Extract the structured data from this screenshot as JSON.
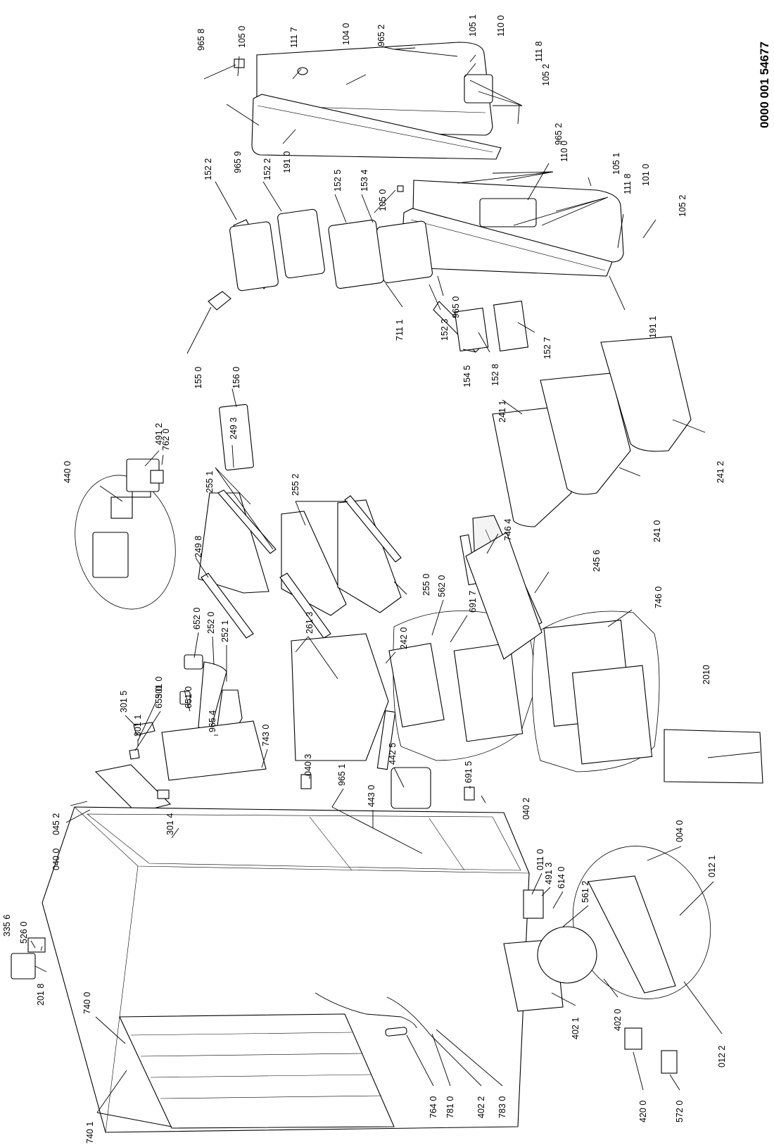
{
  "drawing_code": "0000 001 54677",
  "labels": {
    "l9658": "965 8",
    "l1050a": "105 0",
    "l1117": "111 7",
    "l1040": "104 0",
    "l9652a": "965 2",
    "l1051a": "105 1",
    "l1100a": "110 0",
    "l1118a": "111 8",
    "l1052a": "105 2",
    "l9659": "965 9",
    "l1910": "191 0",
    "l9652b": "965 2",
    "l1100b": "110 0",
    "l1051b": "105 1",
    "l1118b": "111 8",
    "l1010": "101 0",
    "l1052b": "105 2",
    "l1522a": "152 2",
    "l1522b": "152 2",
    "l1525": "152 5",
    "l1534": "153 4",
    "l1050b": "105 0",
    "l7111": "711 1",
    "l1523": "152 3",
    "l9650": "965 0",
    "l1911": "191 1",
    "l1550": "155 0",
    "l1560": "156 0",
    "l1545": "154 5",
    "l1528": "152 8",
    "l1527": "152 7",
    "l2411": "241 1",
    "l2412": "241 2",
    "l2410": "241 0",
    "l7620": "762 0",
    "l4912": "491 2",
    "l4400": "440 0",
    "l2493": "249 3",
    "l2551": "255 1",
    "l2552": "255 2",
    "l7464": "746 4",
    "l2456": "245 6",
    "l2498": "249 8",
    "l2550": "255 0",
    "l5620": "562 0",
    "l6917": "691 7",
    "l7460": "746 0",
    "l2613": "261 3",
    "l2420": "242 0",
    "l6520": "652 0",
    "l2520": "252 0",
    "l2521": "252 1",
    "l3010": "301 0",
    "l3015": "301 5",
    "l6550": "655 0",
    "l3011": "301 1",
    "l6510": "651 0",
    "l9654": "965 4",
    "l7430": "743 0",
    "l0403": "040 3",
    "l9651": "965 1",
    "l4425": "442 5",
    "l4430": "443 0",
    "l6915": "691 5",
    "l0402": "040 2",
    "l2010": "2010",
    "l0452": "045 2",
    "l0400": "040 0",
    "l3014": "301 4",
    "l0110": "011 0",
    "l4913": "491 3",
    "l6140": "614 0",
    "l5612": "561 2",
    "l0040": "004 0",
    "l0121": "012 1",
    "l3356": "335 6",
    "l5260": "526 0",
    "l2018": "201 8",
    "l7400": "740 0",
    "l7401": "740 1",
    "l7640": "764 0",
    "l7810": "781 0",
    "l4022": "402 2",
    "l7830": "783 0",
    "l4021": "402 1",
    "l4020": "402 0",
    "l4200": "420 0",
    "l5720": "572 0",
    "l0122": "012 2"
  }
}
